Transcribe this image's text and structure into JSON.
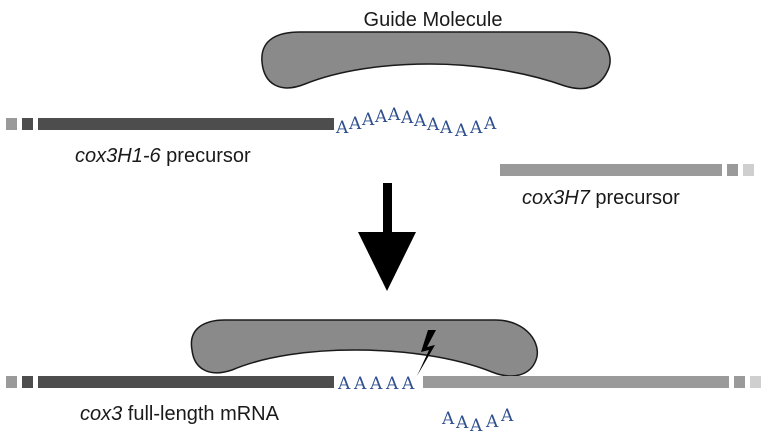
{
  "diagram": {
    "top": {
      "guide_label": "Guide Molecule",
      "precursor_left_italic": "cox3H1-6",
      "precursor_left_rest": " precursor",
      "precursor_right_italic": "cox3H7",
      "precursor_right_rest": " precursor",
      "poly_a": [
        "A",
        "A",
        "A",
        "A",
        "A",
        "A",
        "A",
        "A",
        "A",
        "A",
        "A",
        "A"
      ]
    },
    "bottom": {
      "mrna_italic": "cox3",
      "mrna_rest": " full-length mRNA",
      "poly_a_joined": [
        "A",
        "A",
        "A",
        "A",
        "A"
      ],
      "poly_a_released": [
        "A",
        "A",
        "A",
        "A",
        "A"
      ]
    },
    "colors": {
      "dark_rna": "#4d4d4d",
      "light_rna": "#9a9a9a",
      "guide_fill": "#8a8a8a",
      "poly_a": "#2f4f8f",
      "arrow": "#000000"
    }
  }
}
